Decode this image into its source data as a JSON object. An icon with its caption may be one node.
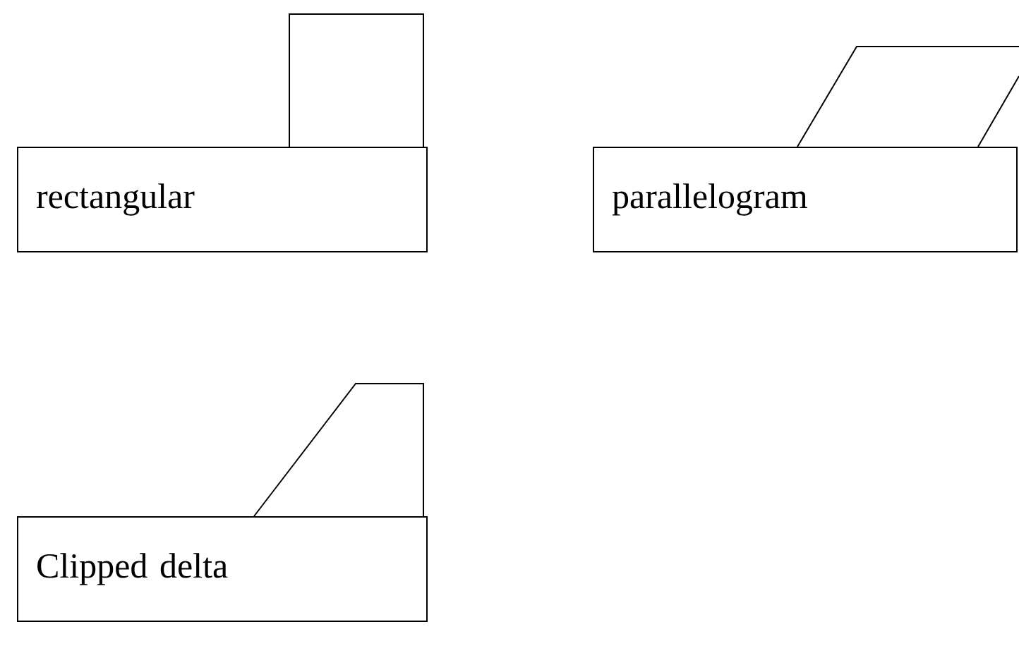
{
  "diagram": {
    "nodes": [
      {
        "text": [
          "rectangular"
        ]
      },
      {
        "text": [
          "parallelogram"
        ]
      },
      {
        "text": [
          "Clipped delta"
        ]
      }
    ]
  }
}
